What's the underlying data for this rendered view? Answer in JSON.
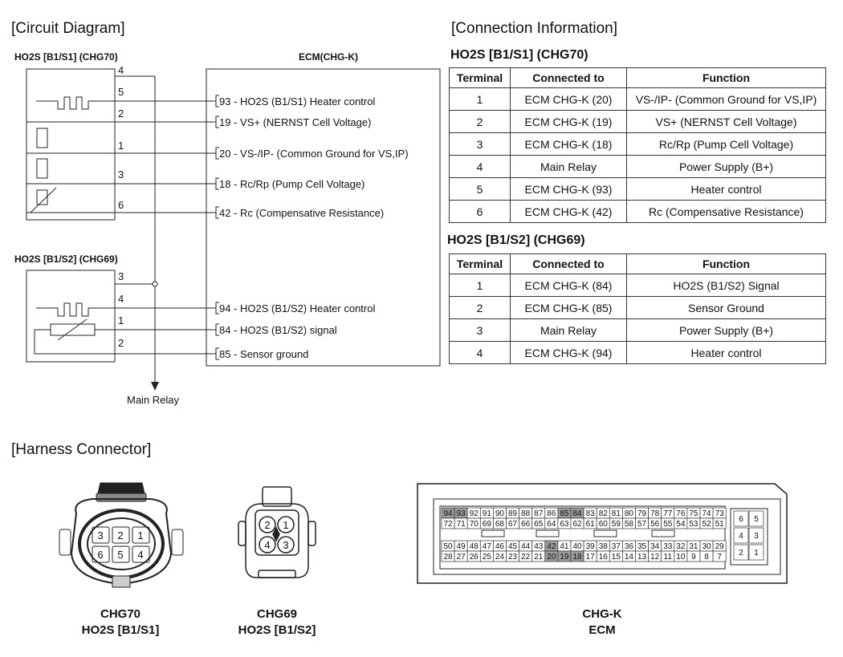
{
  "circuit_title": "[Circuit Diagram]",
  "connection_title": "[Connection Information]",
  "harness_title": "[Harness Connector]",
  "sensor1_label": "HO2S [B1/S1] (CHG70)",
  "sensor2_label": "HO2S [B1/S2] (CHG69)",
  "ecm_label": "ECM(CHG-K)",
  "main_relay": "Main Relay",
  "sensor1_pins": [
    "4",
    "5",
    "2",
    "1",
    "3",
    "6"
  ],
  "sensor2_pins": [
    "3",
    "4",
    "1",
    "2"
  ],
  "ecm_pins_s1": [
    {
      "num": "93",
      "text": " - HO2S (B1/S1) Heater control"
    },
    {
      "num": "19",
      "text": " - VS+ (NERNST Cell Voltage)"
    },
    {
      "num": "20",
      "text": " - VS-/IP- (Common Ground for VS,IP)"
    },
    {
      "num": "18",
      "text": " - Rc/Rp (Pump Cell Voltage)"
    },
    {
      "num": "42",
      "text": " - Rc (Compensative Resistance)"
    }
  ],
  "ecm_pins_s2": [
    {
      "num": "94",
      "text": " - HO2S (B1/S2) Heater control"
    },
    {
      "num": "84",
      "text": " - HO2S (B1/S2) signal"
    },
    {
      "num": "85",
      "text": " - Sensor ground"
    }
  ],
  "table1": {
    "title": "HO2S [B1/S1] (CHG70)",
    "headers": [
      "Terminal",
      "Connected to",
      "Function"
    ],
    "rows": [
      [
        "1",
        "ECM CHG-K (20)",
        "VS-/IP- (Common Ground for VS,IP)"
      ],
      [
        "2",
        "ECM CHG-K (19)",
        "VS+ (NERNST Cell Voltage)"
      ],
      [
        "3",
        "ECM CHG-K (18)",
        "Rc/Rp (Pump Cell Voltage)"
      ],
      [
        "4",
        "Main Relay",
        "Power Supply (B+)"
      ],
      [
        "5",
        "ECM CHG-K (93)",
        "Heater control"
      ],
      [
        "6",
        "ECM CHG-K (42)",
        "Rc (Compensative Resistance)"
      ]
    ]
  },
  "table2": {
    "title": "HO2S [B1/S2] (CHG69)",
    "headers": [
      "Terminal",
      "Connected to",
      "Function"
    ],
    "rows": [
      [
        "1",
        "ECM CHG-K (84)",
        "HO2S (B1/S2) Signal"
      ],
      [
        "2",
        "ECM CHG-K (85)",
        "Sensor Ground"
      ],
      [
        "3",
        "Main Relay",
        "Power Supply (B+)"
      ],
      [
        "4",
        "ECM CHG-K (94)",
        "Heater control"
      ]
    ]
  },
  "chg70_pins": [
    "3",
    "2",
    "1",
    "6",
    "5",
    "4"
  ],
  "chg69_pins": [
    "2",
    "1",
    "4",
    "3"
  ],
  "ecm_connector": {
    "row1": [
      "94",
      "93",
      "92",
      "91",
      "90",
      "89",
      "88",
      "87",
      "86",
      "85",
      "84",
      "83",
      "82",
      "81",
      "80",
      "79",
      "78",
      "77",
      "76",
      "75",
      "74",
      "73"
    ],
    "row2": [
      "72",
      "71",
      "70",
      "69",
      "68",
      "67",
      "66",
      "65",
      "64",
      "63",
      "62",
      "61",
      "60",
      "59",
      "58",
      "57",
      "56",
      "55",
      "54",
      "53",
      "52",
      "51"
    ],
    "row3": [
      "50",
      "49",
      "48",
      "47",
      "46",
      "45",
      "44",
      "43",
      "42",
      "41",
      "40",
      "39",
      "38",
      "37",
      "36",
      "35",
      "34",
      "33",
      "32",
      "31",
      "30",
      "29"
    ],
    "row4": [
      "28",
      "27",
      "26",
      "25",
      "24",
      "23",
      "22",
      "21",
      "20",
      "19",
      "18",
      "17",
      "16",
      "15",
      "14",
      "13",
      "12",
      "11",
      "10",
      "9",
      "8",
      "7"
    ],
    "highlighted": [
      "93",
      "94",
      "85",
      "84",
      "42",
      "20",
      "19",
      "18"
    ],
    "side": [
      "6",
      "5",
      "4",
      "3",
      "2",
      "1"
    ]
  },
  "captions": {
    "chg70_name": "CHG70",
    "chg70_sub": "HO2S [B1/S1]",
    "chg69_name": "CHG69",
    "chg69_sub": "HO2S [B1/S2]",
    "chgk_name": "CHG-K",
    "chgk_sub": "ECM"
  }
}
